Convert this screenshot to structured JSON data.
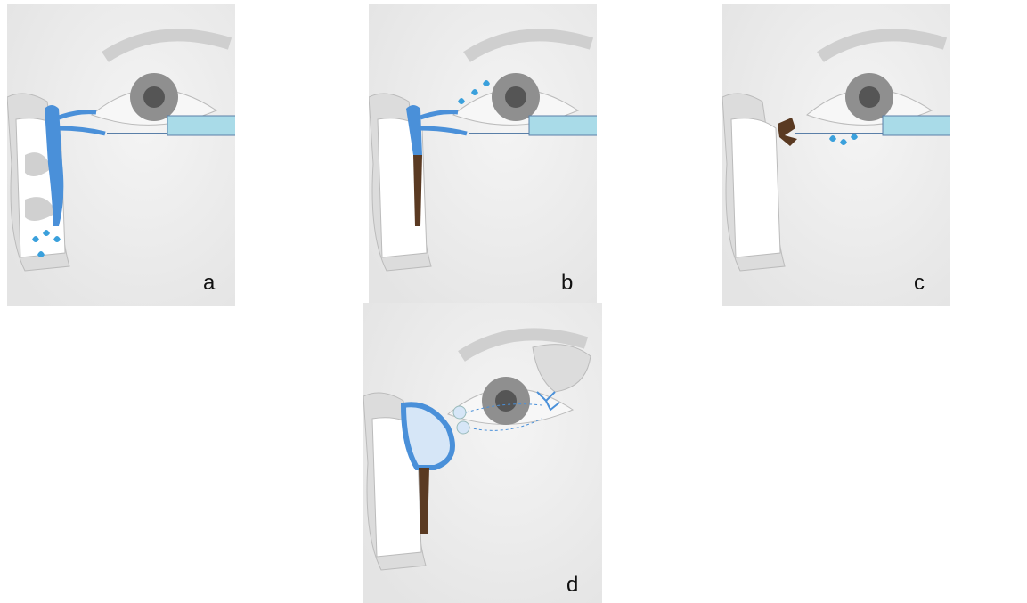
{
  "panels": [
    {
      "id": "a",
      "label": "a"
    },
    {
      "id": "b",
      "label": "b"
    },
    {
      "id": "c",
      "label": "c"
    },
    {
      "id": "d",
      "label": "d"
    }
  ],
  "colors": {
    "fluid_blue": "#4a90d9",
    "drop_blue": "#3aa0dc",
    "syringe_fill": "#a9dbe8",
    "obstruction_brown": "#5a3a22",
    "bone_gray": "#d9d9d9",
    "face_bg": "#efefef"
  }
}
